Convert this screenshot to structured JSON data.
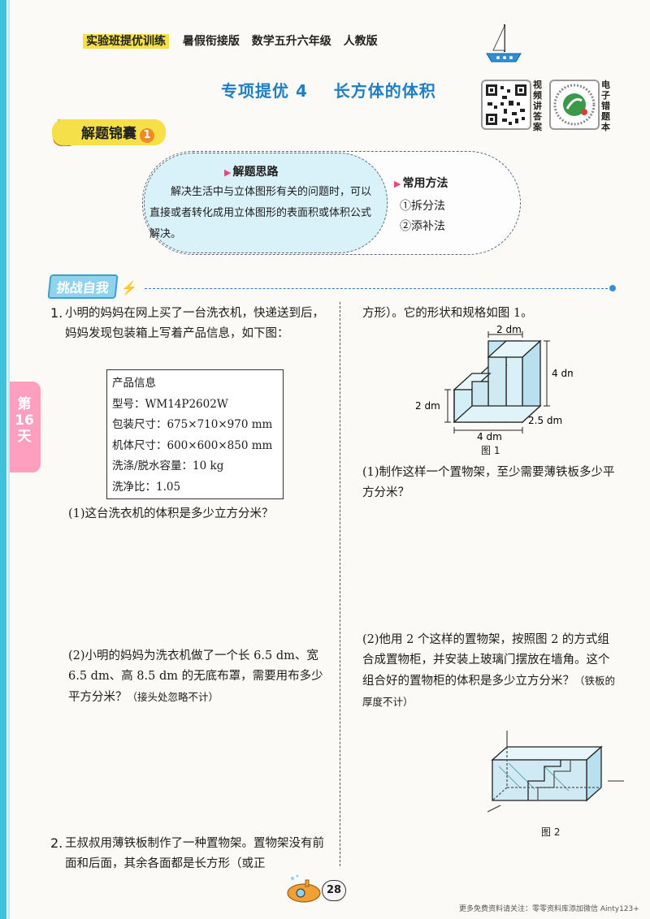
{
  "header": {
    "brand": "实验班提优训练",
    "edition": "暑假衔接版",
    "subject_grade": "数学五升六年级",
    "publisher": "人教版"
  },
  "title": {
    "topic_no": "专项提优 4",
    "topic_name": "长方体的体积"
  },
  "qr_codes": [
    {
      "label": "视频讲答案"
    },
    {
      "label": "电子错题本"
    }
  ],
  "tips": {
    "badge": "解题锦囊",
    "badge_num": "1",
    "idea_title": "解题思路",
    "idea_text": "解决生活中与立体图形有关的问题时，可以直接或者转化成用立体图形的表面积或体积公式解决。",
    "methods_title": "常用方法",
    "methods": [
      "①拆分法",
      "②添补法"
    ]
  },
  "challenge": {
    "label": "挑战自我"
  },
  "q1": {
    "num": "1.",
    "text": "小明的妈妈在网上买了一台洗衣机，快递送到后，妈妈发现包装箱上写着产品信息，如下图：",
    "info": [
      "产品信息",
      "型号：WM14P2602W",
      "包装尺寸：675×710×970 mm",
      "机体尺寸：600×600×850 mm",
      "洗涤/脱水容量：10 kg",
      "洗净比：1.05"
    ],
    "sub1": "(1)这台洗衣机的体积是多少立方分米？",
    "sub2": "(2)小明的妈妈为洗衣机做了一个长 6.5 dm、宽 6.5 dm、高 8.5 dm 的无底布罩，需要用布多少平方分米？",
    "sub2_note": "（接头处忽略不计）"
  },
  "q2": {
    "num": "2.",
    "text_part1": "王叔叔用薄铁板制作了一种置物架。置物架没有前面和后面，其余各面都是长方形（或正",
    "text_part2": "方形）。它的形状和规格如图 1。",
    "fig1": {
      "top_label": "2 dm",
      "right_label": "4 dm",
      "left_label": "2 dm",
      "bottom_label": "4 dm",
      "depth_label": "2.5 dm",
      "caption": "图 1"
    },
    "sub1": "(1)制作这样一个置物架，至少需要薄铁板多少平方分米？",
    "sub2": "(2)他用 2 个这样的置物架，按照图 2 的方式组合成置物柜，并安装上玻璃门摆放在墙角。这个组合好的置物柜的体积是多少立方分米？",
    "sub2_note": "（铁板的厚度不计）",
    "fig2_caption": "图 2"
  },
  "side_tab": "第16天",
  "page_number": "28",
  "footer": "更多免费资料请关注：零零资料库添加微信 Ainty123+",
  "colors": {
    "accent_blue": "#1f7fc4",
    "tip_yellow": "#f5e04a",
    "side_pink": "#ff9fc0",
    "idea_bg": "#d9f1f8"
  }
}
